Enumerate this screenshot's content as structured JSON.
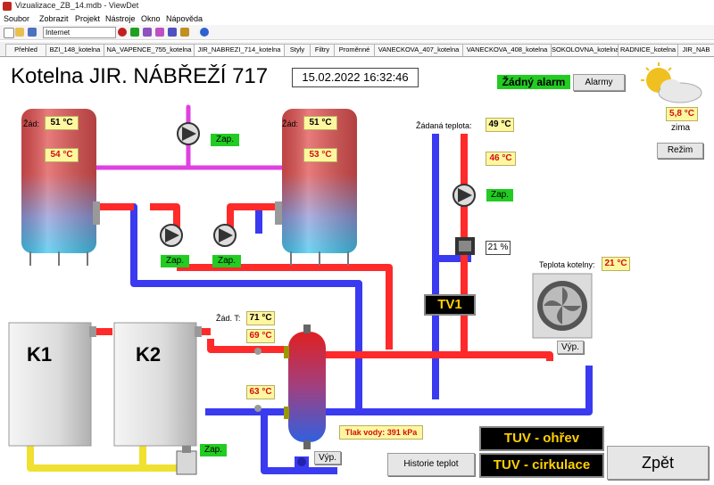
{
  "window": {
    "title": "Vizualizace_ZB_14.mdb - ViewDet"
  },
  "menu": [
    "Soubor",
    "Zobrazit",
    "Projekt",
    "Nástroje",
    "Okno",
    "Nápověda"
  ],
  "toolbar": {
    "address": "Internet"
  },
  "tabs": [
    "Přehled",
    "BZI_148_kotelna",
    "NA_VAPENCE_755_kotelna",
    "JIR_NABREZI_714_kotelna",
    "Styly",
    "Filtry",
    "Proměnné",
    "VANECKOVA_407_kotelna",
    "VANECKOVA_408_kotelna",
    "SOKOLOVNA_kotelna",
    "RADNICE_kotelna",
    "JIR_NAB"
  ],
  "header": {
    "title": "Kotelna JIR. NÁBŘEŽÍ 717",
    "datetime": "15.02.2022 16:32:46"
  },
  "alarm": {
    "status": "Žádný alarm",
    "button": "Alarmy"
  },
  "weather": {
    "temperature": "5,8 °C",
    "season": "zima",
    "mode_button": "Režim"
  },
  "tank_left": {
    "label": "Žád:",
    "setpoint": "51 °C",
    "actual": "54 °C"
  },
  "tank_right": {
    "label": "Žád:",
    "setpoint": "51 °C",
    "actual": "53 °C"
  },
  "pumps": {
    "top": "Zap.",
    "left": "Zap.",
    "right": "Zap.",
    "tv": "Zap.",
    "boiler_feed": "Zap.",
    "drain": "Výp.",
    "cooler": "Výp."
  },
  "tv": {
    "label": "Žádaná teplota:",
    "setpoint": "49 °C",
    "actual": "46 °C",
    "valve": "21 %",
    "name": "TV1"
  },
  "boiler_temp": {
    "label": "Teplota kotelny:",
    "value": "21 °C"
  },
  "hydro": {
    "label": "Žád. T:",
    "setpoint": "71 °C",
    "supply": "69 °C",
    "return": "63 °C",
    "pressure": "Tlak vody: 391 kPa"
  },
  "boilers": [
    "K1",
    "K2"
  ],
  "buttons": {
    "history": "Historie teplot",
    "tuv_heat": "TUV - ohřev",
    "tuv_circ": "TUV - cirkulace",
    "back": "Zpět"
  },
  "colors": {
    "hot": "#ff2a2a",
    "cold": "#3a3af0",
    "tank_red": "#e05050",
    "tank_blue": "#3fc8f0",
    "green": "#22cc22",
    "yellow_pipe": "#f0e030",
    "magenta": "#e040e0"
  }
}
